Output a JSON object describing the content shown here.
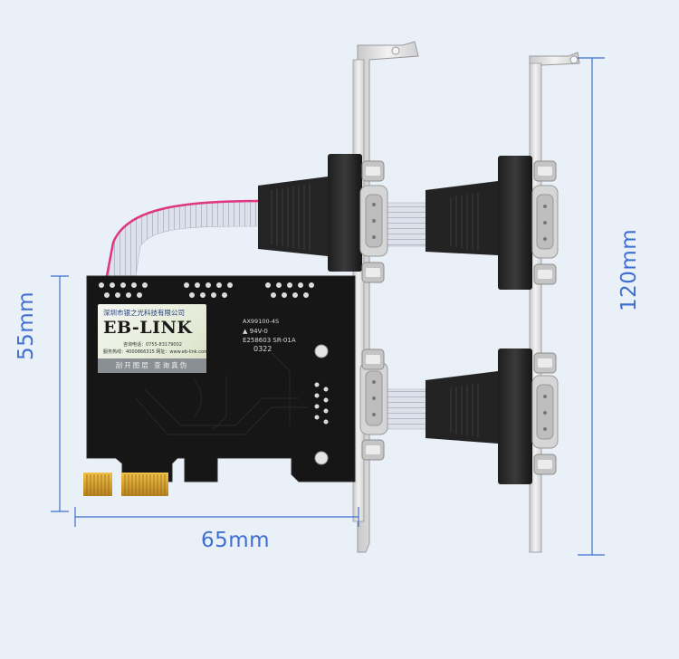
{
  "dimensions": {
    "height_short": "55mm",
    "width": "65mm",
    "height_tall": "120mm"
  },
  "label_sticker": {
    "company": "深圳市银之光科技有限公司",
    "brand": "EB-LINK",
    "line1": "咨询电话：0755-83179002",
    "line2": "服务热线：4000866315  网址：www.eb-link.com",
    "anti_fake": "刮开图层  查询真伪"
  },
  "board_silkscreen": {
    "chip": "AX99100-4S",
    "rating": "94V-0",
    "cert": "E258603  SR-01A",
    "date": "0322"
  },
  "colors": {
    "background": "#eaf0f7",
    "dimension_lines": "#3f6fd1",
    "pcb": "#151515",
    "gold_fingers": "#d9a72e",
    "ribbon_cable": "#d7dbe6",
    "ribbon_stripe": "#e0357f",
    "bracket": "#e4e4e4"
  }
}
